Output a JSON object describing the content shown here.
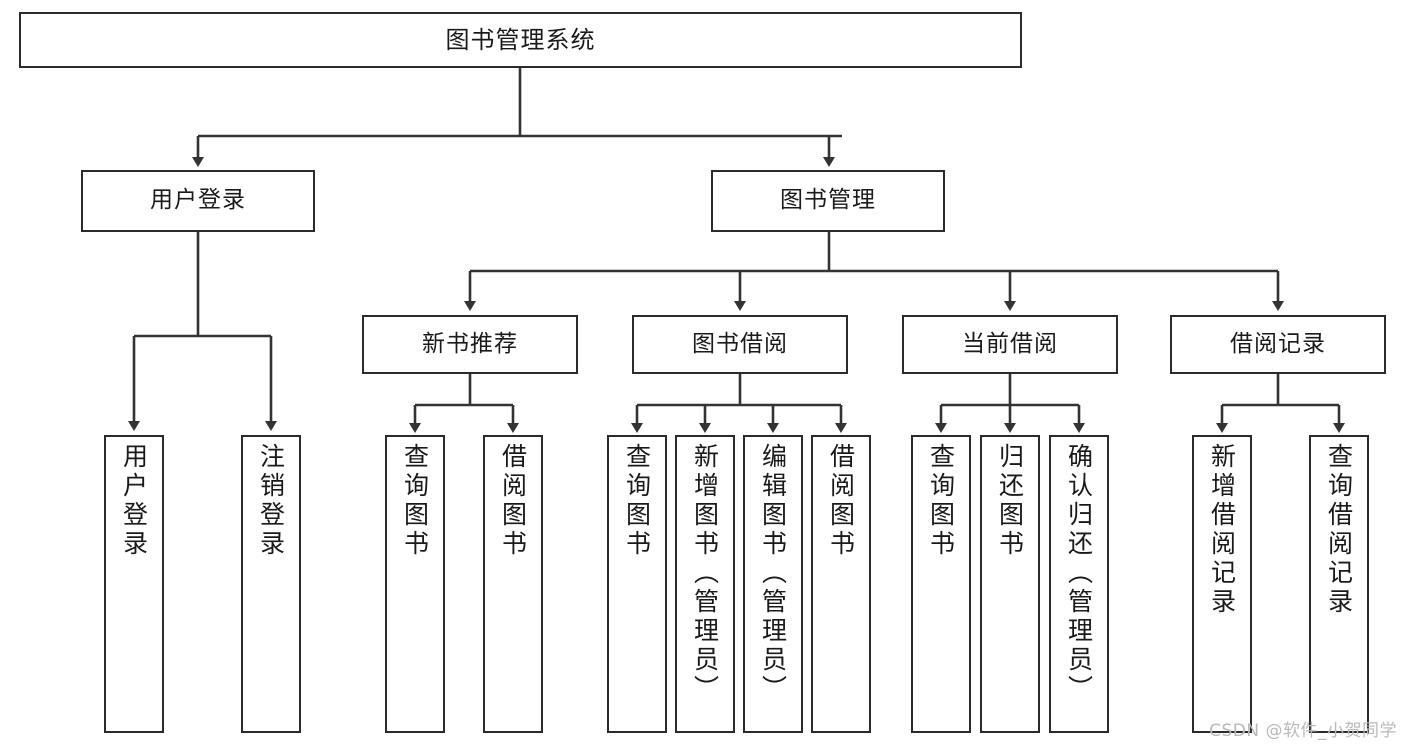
{
  "diagram": {
    "title": "图书管理系统",
    "type": "hierarchy-tree",
    "root": {
      "id": "root",
      "label": "图书管理系统"
    },
    "level2": [
      {
        "id": "user-login",
        "label": "用户登录"
      },
      {
        "id": "book-management",
        "label": "图书管理"
      }
    ],
    "level3": [
      {
        "id": "new-book-recommend",
        "label": "新书推荐"
      },
      {
        "id": "book-borrow",
        "label": "图书借阅"
      },
      {
        "id": "current-borrow",
        "label": "当前借阅"
      },
      {
        "id": "borrow-record",
        "label": "借阅记录"
      }
    ],
    "leaves": {
      "user_login": [
        {
          "id": "leaf-user-login",
          "label": "用户登录"
        },
        {
          "id": "leaf-logout-login",
          "label": "注销登录"
        }
      ],
      "new_book_recommend": [
        {
          "id": "leaf-query-book-1",
          "label": "查询图书"
        },
        {
          "id": "leaf-borrow-book-1",
          "label": "借阅图书"
        }
      ],
      "book_borrow": [
        {
          "id": "leaf-query-book-2",
          "label": "查询图书"
        },
        {
          "id": "leaf-add-book",
          "label": "新增图书（管理员）"
        },
        {
          "id": "leaf-edit-book",
          "label": "编辑图书（管理员）"
        },
        {
          "id": "leaf-borrow-book-2",
          "label": "借阅图书"
        }
      ],
      "current_borrow": [
        {
          "id": "leaf-query-book-3",
          "label": "查询图书"
        },
        {
          "id": "leaf-return-book",
          "label": "归还图书"
        },
        {
          "id": "leaf-confirm-return",
          "label": "确认归还（管理员）"
        }
      ],
      "borrow_record": [
        {
          "id": "leaf-add-record",
          "label": "新增借阅记录"
        },
        {
          "id": "leaf-query-record",
          "label": "查询借阅记录"
        }
      ]
    }
  },
  "watermark": {
    "text": "CSDN @软件_小贺同学"
  },
  "colors": {
    "box_border": "#2b2b2b",
    "connector": "#333333",
    "background": "#ffffff",
    "text": "#1a1a1a",
    "watermark": "#b9b9b9"
  }
}
